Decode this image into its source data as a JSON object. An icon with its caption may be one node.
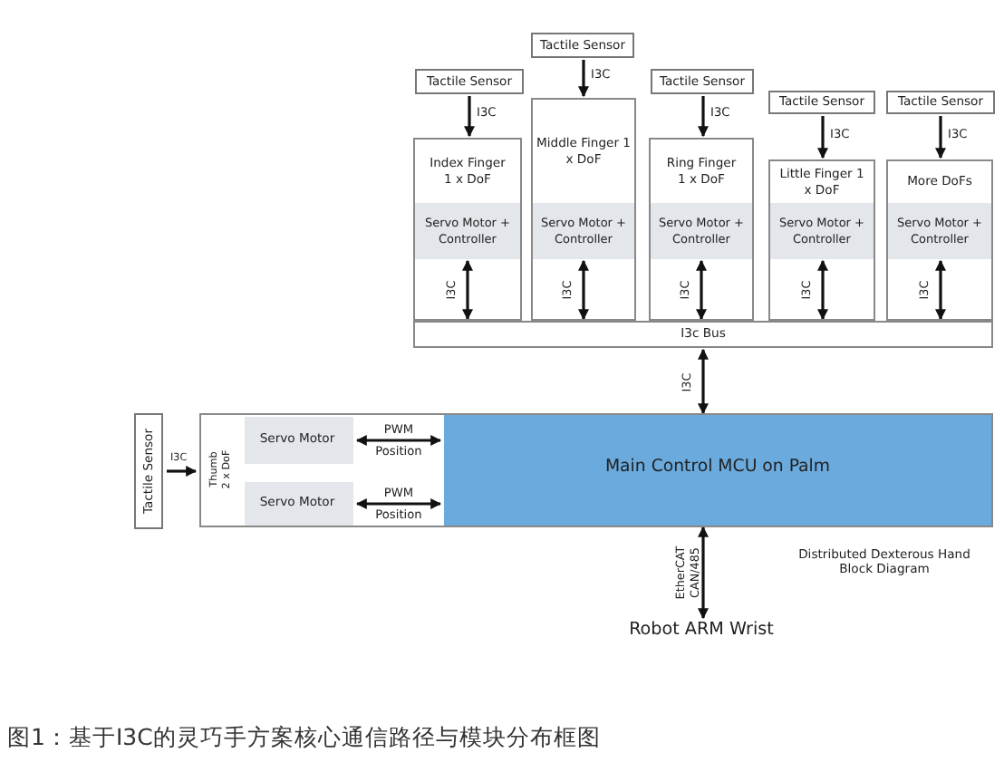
{
  "diagram": {
    "caption": "图1：基于I3C的灵巧手方案核心通信路径与模块分布框图",
    "nodes": [
      {
        "text": [
          "Tactile Sensor"
        ]
      },
      {
        "text": [
          "Tactile Sensor"
        ]
      },
      {
        "text": [
          "Tactile Sensor"
        ]
      },
      {
        "text": [
          "Tactile Sensor"
        ]
      },
      {
        "text": [
          "Tactile Sensor"
        ]
      },
      {
        "text": [
          "Index Finger 1 x DoF"
        ]
      },
      {
        "text": [
          "Middle Finger 1 x DoF"
        ]
      },
      {
        "text": [
          "Ring Finger 1 x DoF"
        ]
      },
      {
        "text": [
          "Little Finger 1 x DoF"
        ]
      },
      {
        "text": [
          "More DoFs"
        ]
      },
      {
        "text": [
          "Servo Motor + Controller"
        ],
        "in": 5
      },
      {
        "text": [
          "Servo Motor + Controller"
        ],
        "in": 6
      },
      {
        "text": [
          "Servo Motor + Controller"
        ],
        "in": 7
      },
      {
        "text": [
          "Servo Motor + Controller"
        ],
        "in": 8
      },
      {
        "text": [
          "Servo Motor + Controller"
        ],
        "in": 9
      },
      {
        "text": [
          "I3c Bus"
        ]
      },
      {
        "text": [
          "Thumb 2 x DoF"
        ]
      },
      {
        "text": [
          "Servo Motor"
        ],
        "in": 16
      },
      {
        "text": [
          "Servo Motor"
        ],
        "in": 16
      },
      {
        "text": [
          "Main Control MCU on Palm"
        ],
        "in": 16
      },
      {
        "text": [
          "Tactile Sensor"
        ]
      },
      {
        "text": [
          "Robot ARM Wrist"
        ]
      }
    ],
    "edges": [
      {
        "from": 0,
        "to": 5,
        "arrow": "to",
        "label": "I3C"
      },
      {
        "from": 1,
        "to": 6,
        "arrow": "to",
        "label": "I3C"
      },
      {
        "from": 2,
        "to": 7,
        "arrow": "to",
        "label": "I3C"
      },
      {
        "from": 3,
        "to": 8,
        "arrow": "to",
        "label": "I3C"
      },
      {
        "from": 4,
        "to": 9,
        "arrow": "to",
        "label": "I3C"
      },
      {
        "from": 10,
        "to": 15,
        "arrow": "both",
        "label": "I3C"
      },
      {
        "from": 11,
        "to": 15,
        "arrow": "both",
        "label": "I3C"
      },
      {
        "from": 12,
        "to": 15,
        "arrow": "both",
        "label": "I3C"
      },
      {
        "from": 13,
        "to": 15,
        "arrow": "both",
        "label": "I3C"
      },
      {
        "from": 14,
        "to": 15,
        "arrow": "both",
        "label": "I3C"
      },
      {
        "from": 15,
        "to": 19,
        "arrow": "both",
        "label": "I3C"
      },
      {
        "from": 17,
        "to": 19,
        "arrow": "both",
        "label": "PWM Position"
      },
      {
        "from": 18,
        "to": 19,
        "arrow": "both",
        "label": "PWM Position"
      },
      {
        "from": 20,
        "to": 16,
        "arrow": "to",
        "label": "I3C"
      },
      {
        "from": 19,
        "to": 21,
        "arrow": "both",
        "label": "EtherCAT CAN/485"
      }
    ],
    "labels": [
      "Distributed Dexterous Hand Block Diagram"
    ]
  }
}
